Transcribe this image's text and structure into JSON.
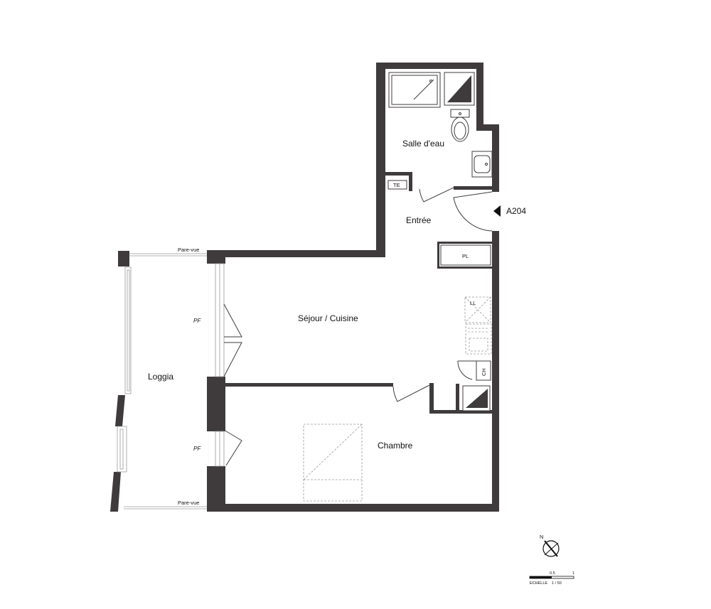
{
  "unit_id": "A204",
  "rooms": {
    "salle_deau": "Salle d'eau",
    "entree": "Entrée",
    "sejour_cuisine": "Séjour / Cuisine",
    "chambre": "Chambre",
    "loggia": "Loggia"
  },
  "fixtures": {
    "te": "TE",
    "pl": "PL",
    "ll": "LL",
    "ch": "CH"
  },
  "window_labels": {
    "pf_top": "PF",
    "pf_bottom": "PF"
  },
  "privacy_screen": {
    "top": "Pare-vue",
    "bottom": "Pare-vue"
  },
  "compass": {
    "north": "N"
  },
  "scale": {
    "mark_mid": "0.5",
    "mark_end": "1",
    "caption_left": "ECHELLE",
    "caption_right": "1 / 50"
  },
  "colors": {
    "wall": "#3f3b3c",
    "glazing": "#9a9a9a"
  }
}
